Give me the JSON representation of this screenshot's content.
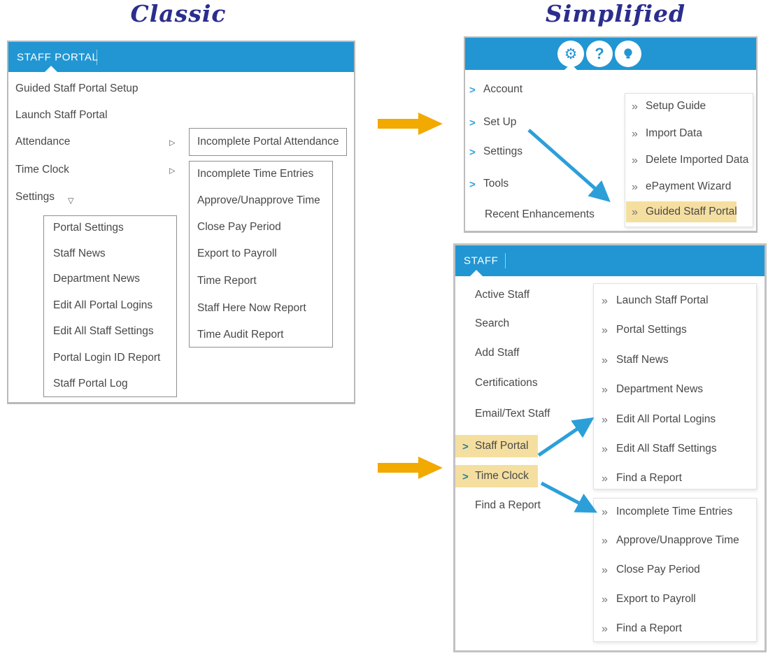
{
  "titles": {
    "classic": "Classic",
    "simplified": "Simplified"
  },
  "icons": {
    "gear": "⚙",
    "question": "?",
    "chevron_single": ">",
    "chevron_double": "»",
    "submenu_caret_right": "▷",
    "dropdown_caret": "▽"
  },
  "colors": {
    "header_blue": "#2196d3",
    "title_navy": "#2b2e8c",
    "highlight_yellow": "#f5dfa0",
    "orange_arrow": "#f2a900",
    "blue_arrow": "#2c9fd9",
    "menu_text": "#484848"
  },
  "classic": {
    "header": "STAFF PORTAL",
    "menu": [
      "Guided Staff Portal Setup",
      "Launch Staff Portal",
      "Attendance",
      "Time Clock",
      "Settings"
    ],
    "attendance_submenu": [
      "Incomplete Portal Attendance"
    ],
    "time_clock_submenu": [
      "Incomplete Time Entries",
      "Approve/Unapprove Time",
      "Close Pay Period",
      "Export to Payroll",
      "Time Report",
      "Staff Here Now Report",
      "Time Audit Report"
    ],
    "settings_submenu": [
      "Portal Settings",
      "Staff News",
      "Department News",
      "Edit All Portal Logins",
      "Edit All Staff Settings",
      "Portal Login ID Report",
      "Staff Portal Log"
    ]
  },
  "simplified": {
    "gear_box": {
      "menu": [
        "Account",
        "Set Up",
        "Settings",
        "Tools",
        "Recent Enhancements"
      ],
      "submenu": [
        "Setup Guide",
        "Import Data",
        "Delete Imported Data",
        "ePayment Wizard",
        "Guided Staff Portal"
      ],
      "highlighted_item": "Guided Staff Portal"
    },
    "staff_box": {
      "header": "STAFF",
      "menu": [
        "Active Staff",
        "Search",
        "Add Staff",
        "Certifications",
        "Email/Text Staff",
        "Staff Portal",
        "Time Clock",
        "Find a Report"
      ],
      "highlighted_items": [
        "Staff Portal",
        "Time Clock"
      ],
      "staff_portal_submenu": [
        "Launch Staff Portal",
        "Portal Settings",
        "Staff News",
        "Department News",
        "Edit All Portal Logins",
        "Edit All Staff Settings",
        "Find a Report"
      ],
      "time_clock_submenu": [
        "Incomplete Time Entries",
        "Approve/Unapprove Time",
        "Close Pay Period",
        "Export to Payroll",
        "Find a Report"
      ]
    }
  }
}
